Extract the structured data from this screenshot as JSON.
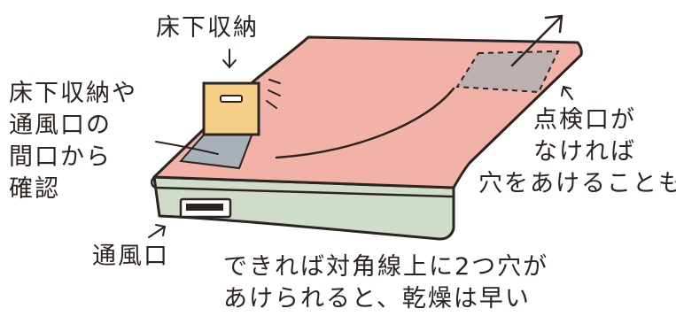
{
  "labels": {
    "underfloor_hatch": "床下収納",
    "check_from": {
      "lines": [
        "床下収納や",
        "通風口の",
        "間口から",
        "確認"
      ]
    },
    "vent": "通風口",
    "no_inspection": {
      "lines": [
        "点検口が",
        "なければ",
        "穴をあけることも"
      ]
    },
    "tip": {
      "lines": [
        "できれば対角線上に2つ穴が",
        "あけられると、乾燥は早い"
      ]
    }
  },
  "colors": {
    "floor_top": "#f3b2a7",
    "floor_shadow": "#bdb0b1",
    "floor_side": "#cfdcca",
    "hatch_lid": "#f7cf88",
    "hatch_opening": "#a9b1b8",
    "outline": "#2b2420"
  }
}
